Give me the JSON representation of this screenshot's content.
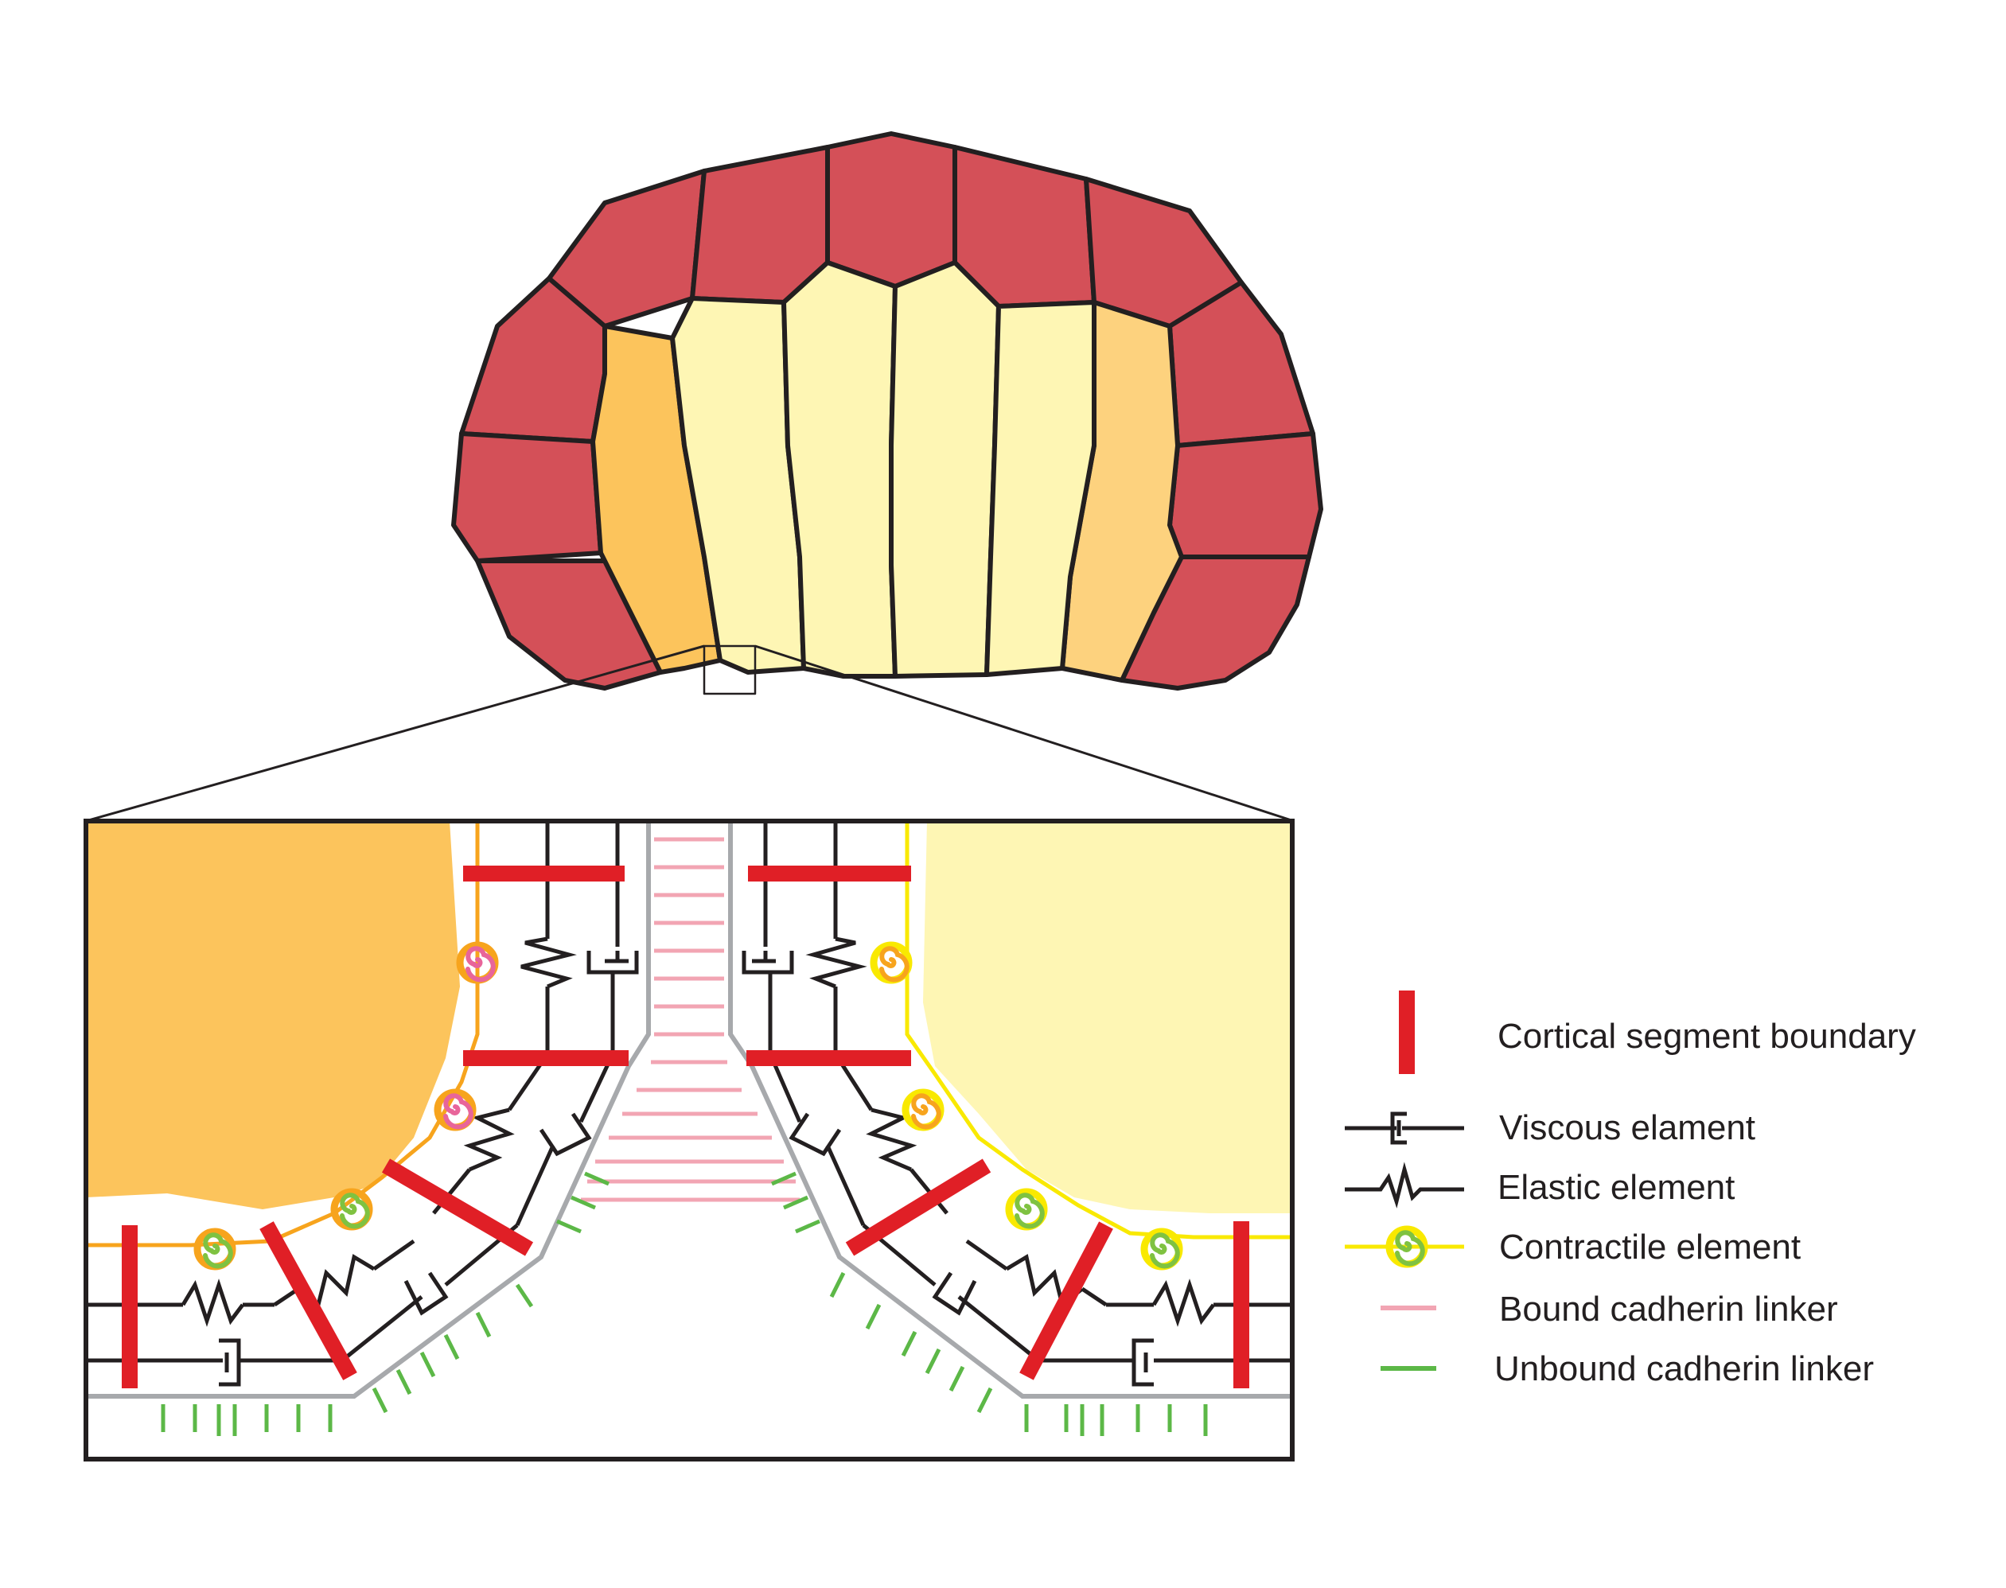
{
  "colors": {
    "outer_cell": "#d45058",
    "lateral_cell": "#fcc45c",
    "lateral_cell_right": "#fdd27e",
    "inner_cell": "#fef6b4",
    "outline": "#231f20",
    "segment_boundary": "#e01f26",
    "bound_cadherin": "#f2a5b3",
    "unbound_cadherin": "#5cb847",
    "contractile_left": "#f7a41d",
    "contractile_right": "#f9e900",
    "spiral_pink": "#e8659a",
    "spiral_green": "#7fc241",
    "membrane": "#a7a9ac"
  },
  "legend": {
    "items": [
      {
        "label": "Cortical segment boundary",
        "icon": "segment-boundary-icon"
      },
      {
        "label": "Viscous elament",
        "icon": "dashpot-icon"
      },
      {
        "label": "Elastic element",
        "icon": "spring-icon"
      },
      {
        "label": "Contractile element",
        "icon": "spiral-icon"
      },
      {
        "label": "Bound cadherin linker",
        "icon": "pink-line-icon"
      },
      {
        "label": "Unbound cadherin linker",
        "icon": "green-line-icon"
      }
    ]
  }
}
